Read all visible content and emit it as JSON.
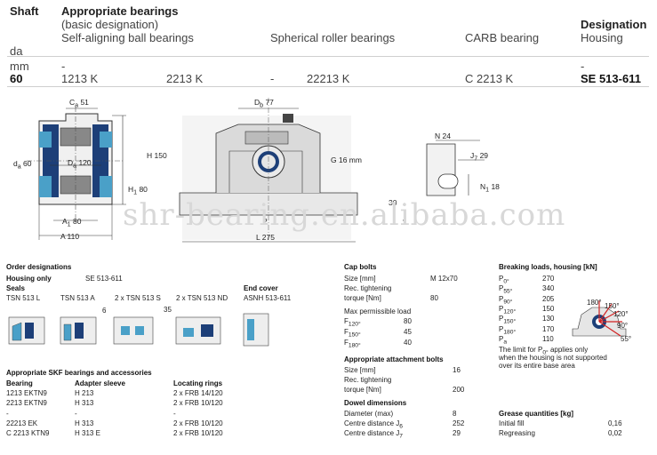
{
  "header": {
    "shaft": "Shaft",
    "appropriate_bearings": "Appropriate bearings",
    "basic_designation": "(basic designation)",
    "self_aligning": "Self-aligning ball bearings",
    "spherical_roller": "Spherical roller bearings",
    "carb": "CARB bearing",
    "designation": "Designation",
    "housing": "Housing",
    "da": "da",
    "mm": "mm",
    "dash1": "-",
    "dash2": "-"
  },
  "row": {
    "shaft": "60",
    "sab1": "1213 K",
    "sab2": "2213 K",
    "srb_dash": "-",
    "srb": "22213 K",
    "carb": "C 2213 K",
    "designation": "SE 513-611"
  },
  "drawing": {
    "ca": "C",
    "ca_sub": "a",
    "ca_val": "51",
    "db": "D",
    "db_sub": "b",
    "db_val": "77",
    "d": "d",
    "d_sub": "a",
    "d_val": "60",
    "Da": "D",
    "Da_sub": "a",
    "Da_val": "120",
    "H": "H 150",
    "H1": "H",
    "H1_sub": "1",
    "H1_val": "80",
    "A1": "A",
    "A1_sub": "1",
    "A1_val": "80",
    "A": "A 110",
    "G": "G 16 mm",
    "L": "L 275",
    "d2": "2",
    "d2b": "30",
    "J": "J",
    "N": "N 24",
    "J7": "J",
    "J7_sub": "7",
    "J7_val": "29",
    "N1": "N",
    "N1_sub": "1",
    "N1_val": "18"
  },
  "watermark": "shr-bearing.en.alibaba.com",
  "order": {
    "title": "Order designations",
    "housing_only_label": "Housing only",
    "housing_only_value": "SE 513-611",
    "seals_label": "Seals",
    "end_cover_label": "End cover",
    "seals": [
      "TSN 513 L",
      "TSN 513 A",
      "2 x TSN 513 S",
      "2 x TSN 513 ND"
    ],
    "end_cover": "ASNH 513-611",
    "num6": "6",
    "num35": "35"
  },
  "acc": {
    "title": "Appropriate SKF bearings and accessories",
    "headers": [
      "Bearing",
      "Adapter sleeve",
      "Locating rings"
    ],
    "rows": [
      [
        "1213 EKTN9",
        "H 213",
        "2 x FRB 14/120"
      ],
      [
        "2213 EKTN9",
        "H 313",
        "2 x FRB 10/120"
      ],
      [
        "-",
        "-",
        "-"
      ],
      [
        "22213 EK",
        "H 313",
        "2 x FRB 10/120"
      ],
      [
        "C 2213 KTN9",
        "H 313 E",
        "2 x FRB 10/120"
      ]
    ]
  },
  "cap": {
    "title": "Cap bolts",
    "size_label": "Size [mm]",
    "size_value": "M 12x70",
    "rec_label": "Rec. tightening",
    "torque_label": "torque [Nm]",
    "torque_value": "80",
    "max_label": "Max permissible load",
    "loads": [
      {
        "label": "F",
        "sub": "120°",
        "value": "80"
      },
      {
        "label": "F",
        "sub": "150°",
        "value": "45"
      },
      {
        "label": "F",
        "sub": "180°",
        "value": "40"
      }
    ]
  },
  "attach": {
    "title": "Appropriate attachment bolts",
    "size_label": "Size [mm]",
    "size_value": "16",
    "rec_label": "Rec. tightening",
    "torque_label": "torque [Nm]",
    "torque_value": "200"
  },
  "dowel": {
    "title": "Dowel dimensions",
    "rows": [
      {
        "label": "Diameter (max)",
        "sub": "",
        "value": "8"
      },
      {
        "label": "Centre distance J",
        "sub": "6",
        "value": "252"
      },
      {
        "label": "Centre distance J",
        "sub": "7",
        "value": "29"
      }
    ]
  },
  "breaking": {
    "title": "Breaking loads, housing [kN]",
    "rows": [
      {
        "label": "P",
        "sub": "0°",
        "value": "270"
      },
      {
        "label": "P",
        "sub": "55°",
        "value": "340"
      },
      {
        "label": "P",
        "sub": "90°",
        "value": "205"
      },
      {
        "label": "P",
        "sub": "120°",
        "value": "150"
      },
      {
        "label": "P",
        "sub": "150°",
        "value": "130"
      },
      {
        "label": "P",
        "sub": "180°",
        "value": "170"
      },
      {
        "label": "P",
        "sub": "a",
        "value": "110"
      }
    ],
    "note1_a": "The limit for P",
    "note1_sub": "0°",
    "note1_b": " applies  only",
    "note2": "when the housing is not supported",
    "note3": "over its entire base area",
    "angles": {
      "a180": "180°",
      "a150": "150°",
      "a120": "120°",
      "a90": "90°",
      "a55": "55°"
    }
  },
  "grease": {
    "title": "Grease quantities [kg]",
    "rows": [
      {
        "label": "Initial fill",
        "value": "0,16"
      },
      {
        "label": "Regreasing",
        "value": "0,02"
      }
    ]
  }
}
